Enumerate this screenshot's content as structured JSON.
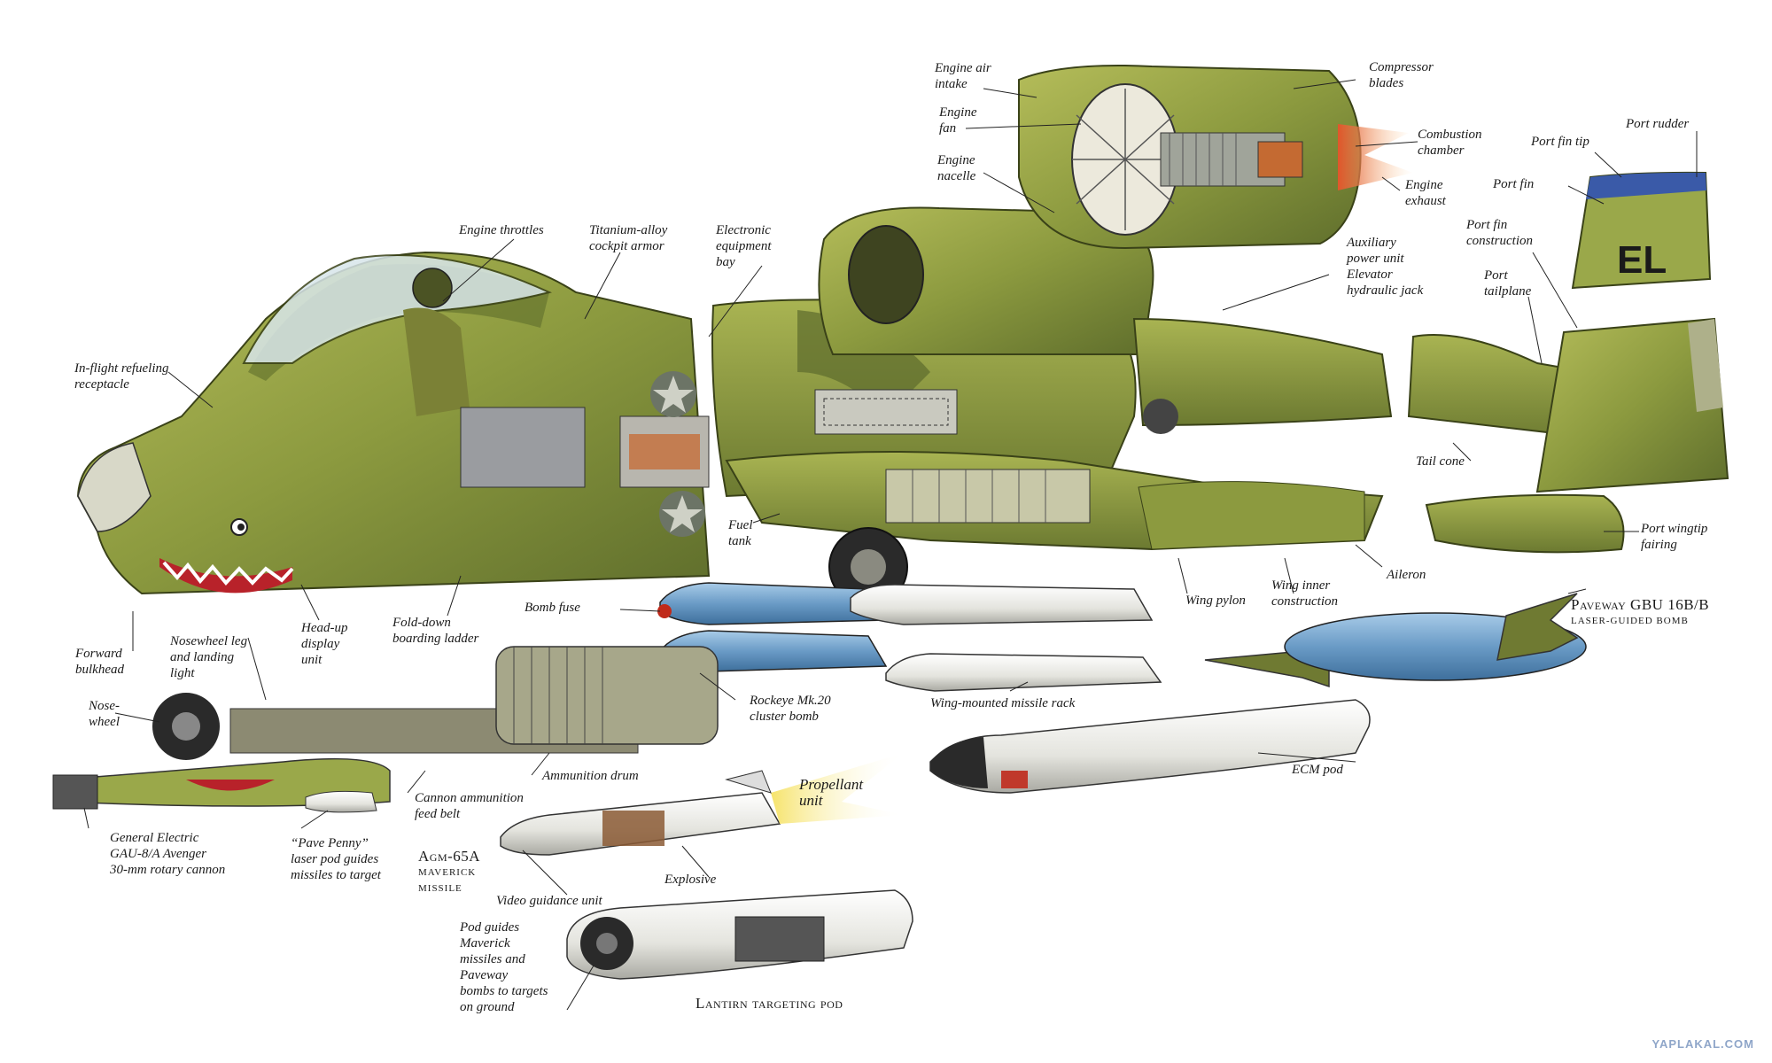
{
  "labels": {
    "engine_air_intake": "Engine air\nintake",
    "engine_fan": "Engine\nfan",
    "engine_nacelle": "Engine\nnacelle",
    "compressor_blades": "Compressor\nblades",
    "combustion_chamber": "Combustion\nchamber",
    "engine_exhaust": "Engine\nexhaust",
    "port_rudder": "Port rudder",
    "port_fin_tip": "Port fin tip",
    "port_fin": "Port fin",
    "port_fin_construction": "Port fin\nconstruction",
    "port_tailplane": "Port\ntailplane",
    "auxiliary_power_unit": "Auxiliary\npower unit\nElevator\nhydraulic jack",
    "engine_throttles": "Engine throttles",
    "titanium_armor": "Titanium-alloy\ncockpit armor",
    "electronic_bay": "Electronic\nequipment\nbay",
    "inflight_refueling": "In-flight refueling\nreceptacle",
    "tail_cone": "Tail cone",
    "port_wingtip_fairing": "Port wingtip\nfairing",
    "fuel_tank": "Fuel\ntank",
    "aileron": "Aileron",
    "wing_pylon": "Wing pylon",
    "wing_inner_construction": "Wing inner\nconstruction",
    "bomb_fuse": "Bomb fuse",
    "head_up_display": "Head-up\ndisplay\nunit",
    "boarding_ladder": "Fold-down\nboarding ladder",
    "forward_bulkhead": "Forward\nbulkhead",
    "nosewheel_leg": "Nosewheel leg\nand landing\nlight",
    "nose_wheel": "Nose-\nwheel",
    "rockeye": "Rockeye Mk.20\ncluster bomb",
    "wing_missile_rack": "Wing-mounted missile rack",
    "ammunition_drum": "Ammunition drum",
    "cannon_feed_belt": "Cannon ammunition\nfeed belt",
    "gau8": "General Electric\nGAU-8/A Avenger\n30-mm rotary cannon",
    "pave_penny": "“Pave Penny”\nlaser pod guides\nmissiles to target",
    "propellant_unit": "Propellant\nunit",
    "explosive": "Explosive",
    "video_guidance": "Video guidance unit",
    "ecm_pod": "ECM pod",
    "pod_guides": "Pod guides\nMaverick\nmissiles and\nPaveway\nbombs to targets\non ground"
  },
  "captions": {
    "paveway_title": "Paveway GBU 16B/B",
    "paveway_sub": "LASER-GUIDED BOMB",
    "agm_title": "Agm-65A",
    "agm_sub": "MAVERICK\nMISSILE",
    "lantirn": "Lantirn targeting pod"
  },
  "aircraft": {
    "tail_code": "EL"
  },
  "watermark": "YAPLAKAL.COM",
  "colors": {
    "camo_light": "#9aa84a",
    "camo_dark": "#5d6b2c",
    "camo_olive": "#7f8a3a",
    "bomb_blue": "#6a9bc6",
    "missile_white": "#eeeeea",
    "flame": "#f28a2a"
  }
}
